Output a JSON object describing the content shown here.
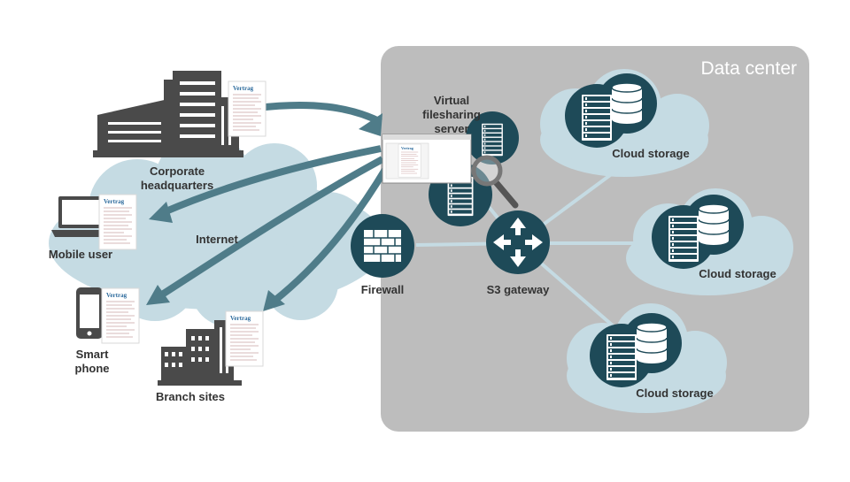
{
  "diagram": {
    "data_center_title": "Data center",
    "internet_label": "Internet",
    "nodes": {
      "corporate_hq": "Corporate headquarters",
      "mobile_user": "Mobile user",
      "smart_phone": "Smart phone",
      "branch_sites": "Branch sites",
      "virtual_server": "Virtual filesharing server",
      "firewall": "Firewall",
      "s3_gateway": "S3 gateway",
      "cloud_storage_1": "Cloud storage",
      "cloud_storage_2": "Cloud storage",
      "cloud_storage_3": "Cloud storage"
    },
    "document_title": "Vertrag"
  },
  "colors": {
    "data_center_bg": "#bdbdbd",
    "cloud": "#c5dbe3",
    "dark_teal": "#1e4a58",
    "arrow": "#4f7c89",
    "building": "#4a4a4a",
    "text": "#333333"
  },
  "icons": [
    "corporate-building-icon",
    "laptop-icon",
    "smartphone-icon",
    "branch-building-icon",
    "document-icon",
    "server-rack-icon",
    "database-icon",
    "firewall-icon",
    "router-arrows-icon",
    "magnifier-icon"
  ]
}
